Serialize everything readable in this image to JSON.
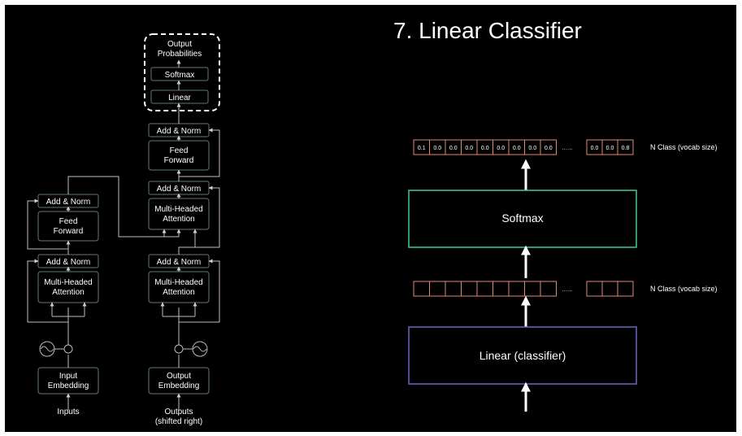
{
  "slide": {
    "title": "7. Linear Classifier"
  },
  "transformer": {
    "output_probabilities": [
      "Output",
      "Probabilities"
    ],
    "softmax": "Softmax",
    "linear": "Linear",
    "add_norm": "Add & Norm",
    "feed_forward": [
      "Feed",
      "Forward"
    ],
    "multi_headed_attention": [
      "Multi-Headed",
      "Attention"
    ],
    "input_embedding": [
      "Input",
      "Embedding"
    ],
    "output_embedding": [
      "Output",
      "Embedding"
    ],
    "inputs": "Inputs",
    "outputs": [
      "Outputs",
      "(shifted right)"
    ]
  },
  "classifier": {
    "probabilities_left": [
      "0.1",
      "0.0",
      "0.0",
      "0.0",
      "0.0",
      "0.0",
      "0.0",
      "0.0",
      "0.0"
    ],
    "probabilities_right": [
      "0.0",
      "0.0",
      "0.8"
    ],
    "ellipsis": "......",
    "top_vector_label": "N Class (vocab size)",
    "softmax_label": "Softmax",
    "logits_label": "N Class (vocab size)",
    "linear_label": "Linear (classifier)"
  },
  "colors": {
    "background": "#000000",
    "block_stroke": "#5f7d6a",
    "softmax_stroke": "#3dcf8c",
    "linear_stroke": "#6a67c9",
    "vector_stroke": "#e28a72",
    "text": "#ffffff",
    "dashed_box": "#ffffff"
  }
}
